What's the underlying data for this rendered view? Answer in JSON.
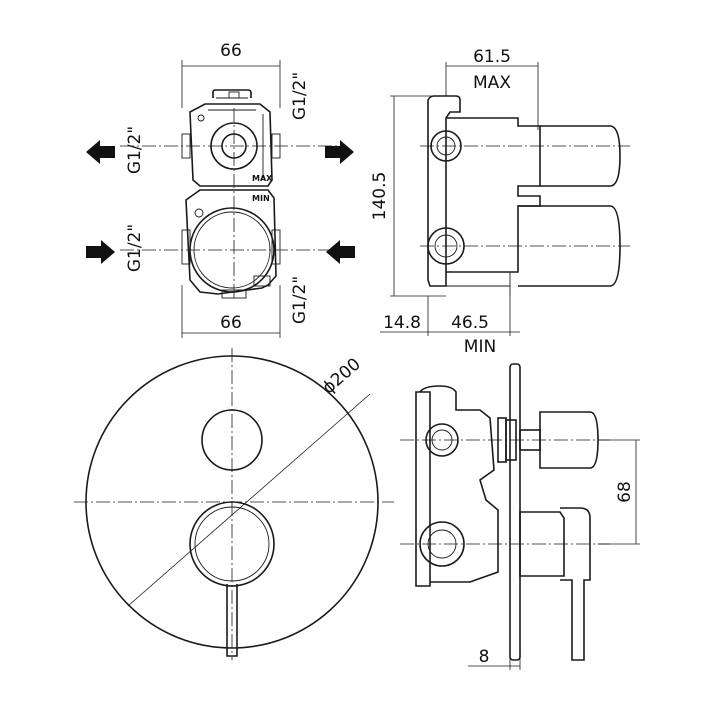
{
  "front_view": {
    "dim_top": "66",
    "dim_bottom": "66",
    "label_max": "MAX",
    "label_min": "MIN",
    "inlet_upper_left": "G1/2\"",
    "inlet_upper_right": "G1/2\"",
    "inlet_lower_left": "G1/2\"",
    "inlet_lower_right": "G1/2\""
  },
  "side_view": {
    "dim_depth_max": "61.5",
    "label_max": "MAX",
    "dim_height": "140.5",
    "dim_left": "14.8",
    "dim_right": "46.5",
    "label_min": "MIN"
  },
  "plate_view": {
    "dim_diameter": "ϕ200"
  },
  "mixer_side_view": {
    "dim_spacing": "68",
    "dim_plate": "8"
  }
}
